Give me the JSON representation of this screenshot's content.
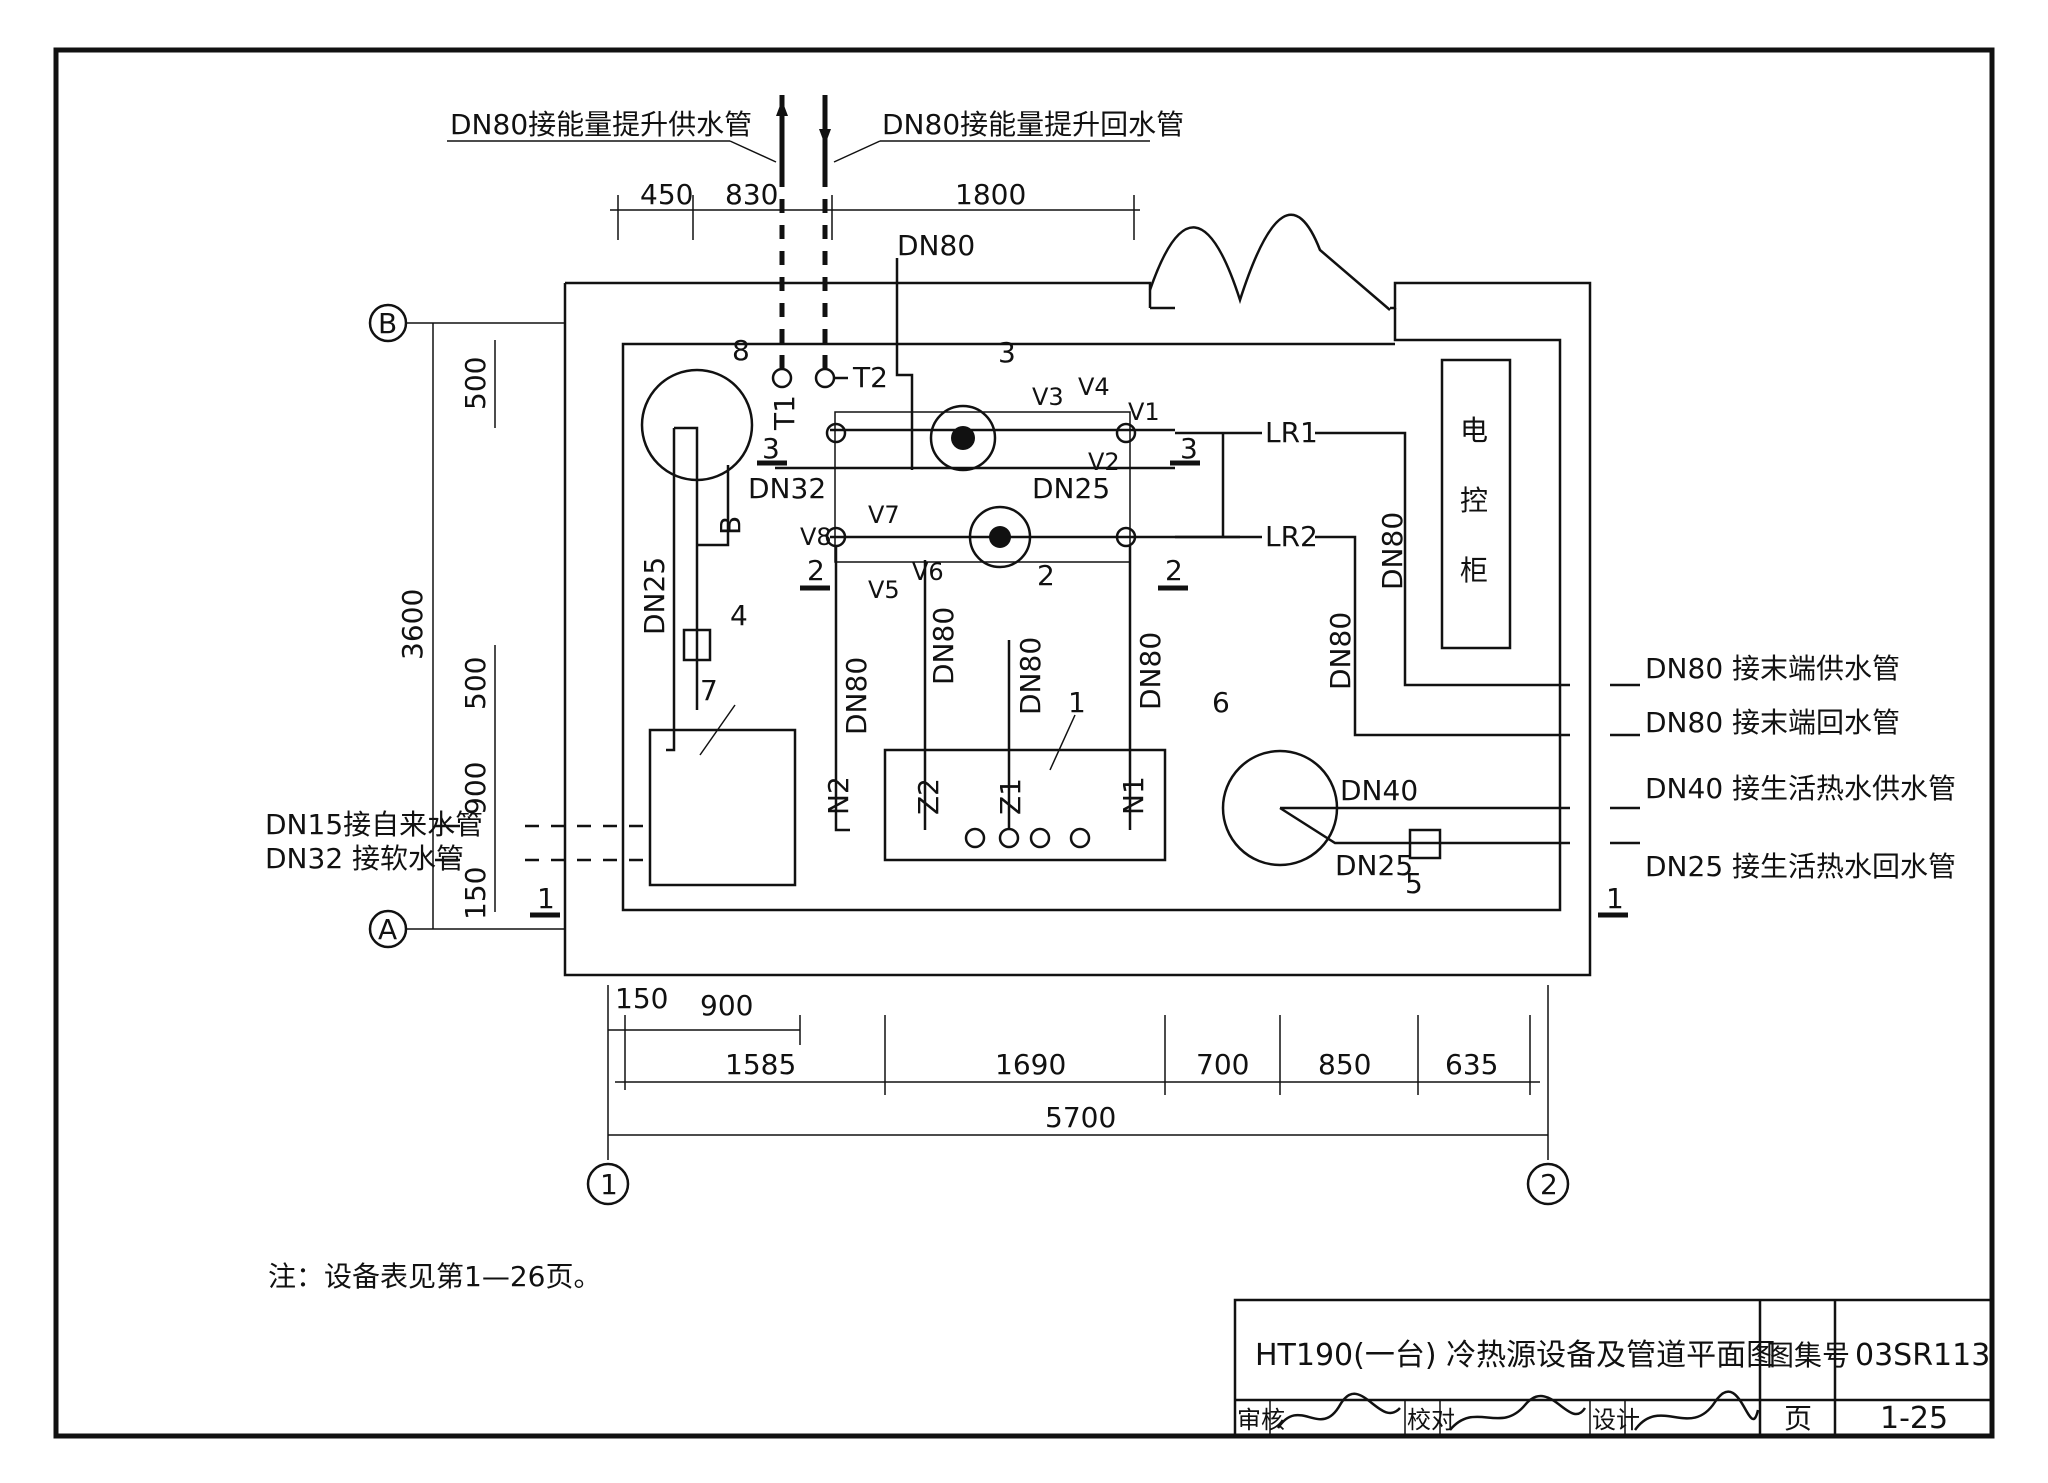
{
  "pipes_top": {
    "supply": "DN80接能量提升供水管",
    "return": "DN80接能量提升回水管",
    "main": "DN80"
  },
  "dimensions_top": [
    "450",
    "830",
    "1800"
  ],
  "dimensions_left": [
    "500",
    "3600",
    "500",
    "900",
    "150"
  ],
  "dimensions_bottom": {
    "row1": [
      "150",
      "900"
    ],
    "row2": [
      "1585",
      "1690",
      "700",
      "850",
      "635"
    ],
    "total": "5700"
  },
  "axes": {
    "rows": [
      "B",
      "A"
    ],
    "columns": [
      "1",
      "2"
    ]
  },
  "equipment": {
    "e1": "1",
    "e2": "2",
    "e3": "3",
    "e4": "4",
    "e5": "5",
    "e6": "6",
    "e7": "7",
    "e8": "8"
  },
  "section_marks": {
    "s1": "1",
    "s2": "2",
    "s3": "3"
  },
  "ports": {
    "t1": "T1",
    "t2": "T2",
    "lr1": "LR1",
    "lr2": "LR2",
    "n1": "N1",
    "n2": "N2",
    "z1": "Z1",
    "z2": "Z2",
    "b": "B"
  },
  "valves": [
    "V1",
    "V2",
    "V3",
    "V4",
    "V5",
    "V6",
    "V7",
    "V8"
  ],
  "pipe_sizes": {
    "dn32": "DN32",
    "dn25": "DN25",
    "dn80": "DN80",
    "dn40": "DN40"
  },
  "cabinet": {
    "chars": [
      "电",
      "控",
      "柜"
    ]
  },
  "right_pipes": [
    "DN80 接末端供水管",
    "DN80 接末端回水管",
    "DN40 接生活热水供水管",
    "DN25 接生活热水回水管"
  ],
  "left_pipes": [
    "DN15接自来水管",
    "DN32 接软水管"
  ],
  "note": "注：设备表见第1—26页。",
  "title_block": {
    "title": "HT190(一台) 冷热源设备及管道平面图",
    "atlas_label": "图集号",
    "atlas_no": "03SR113",
    "review_label": "审核",
    "check_label": "校对",
    "design_label": "设计",
    "page_label": "页",
    "page_no": "1-25"
  }
}
